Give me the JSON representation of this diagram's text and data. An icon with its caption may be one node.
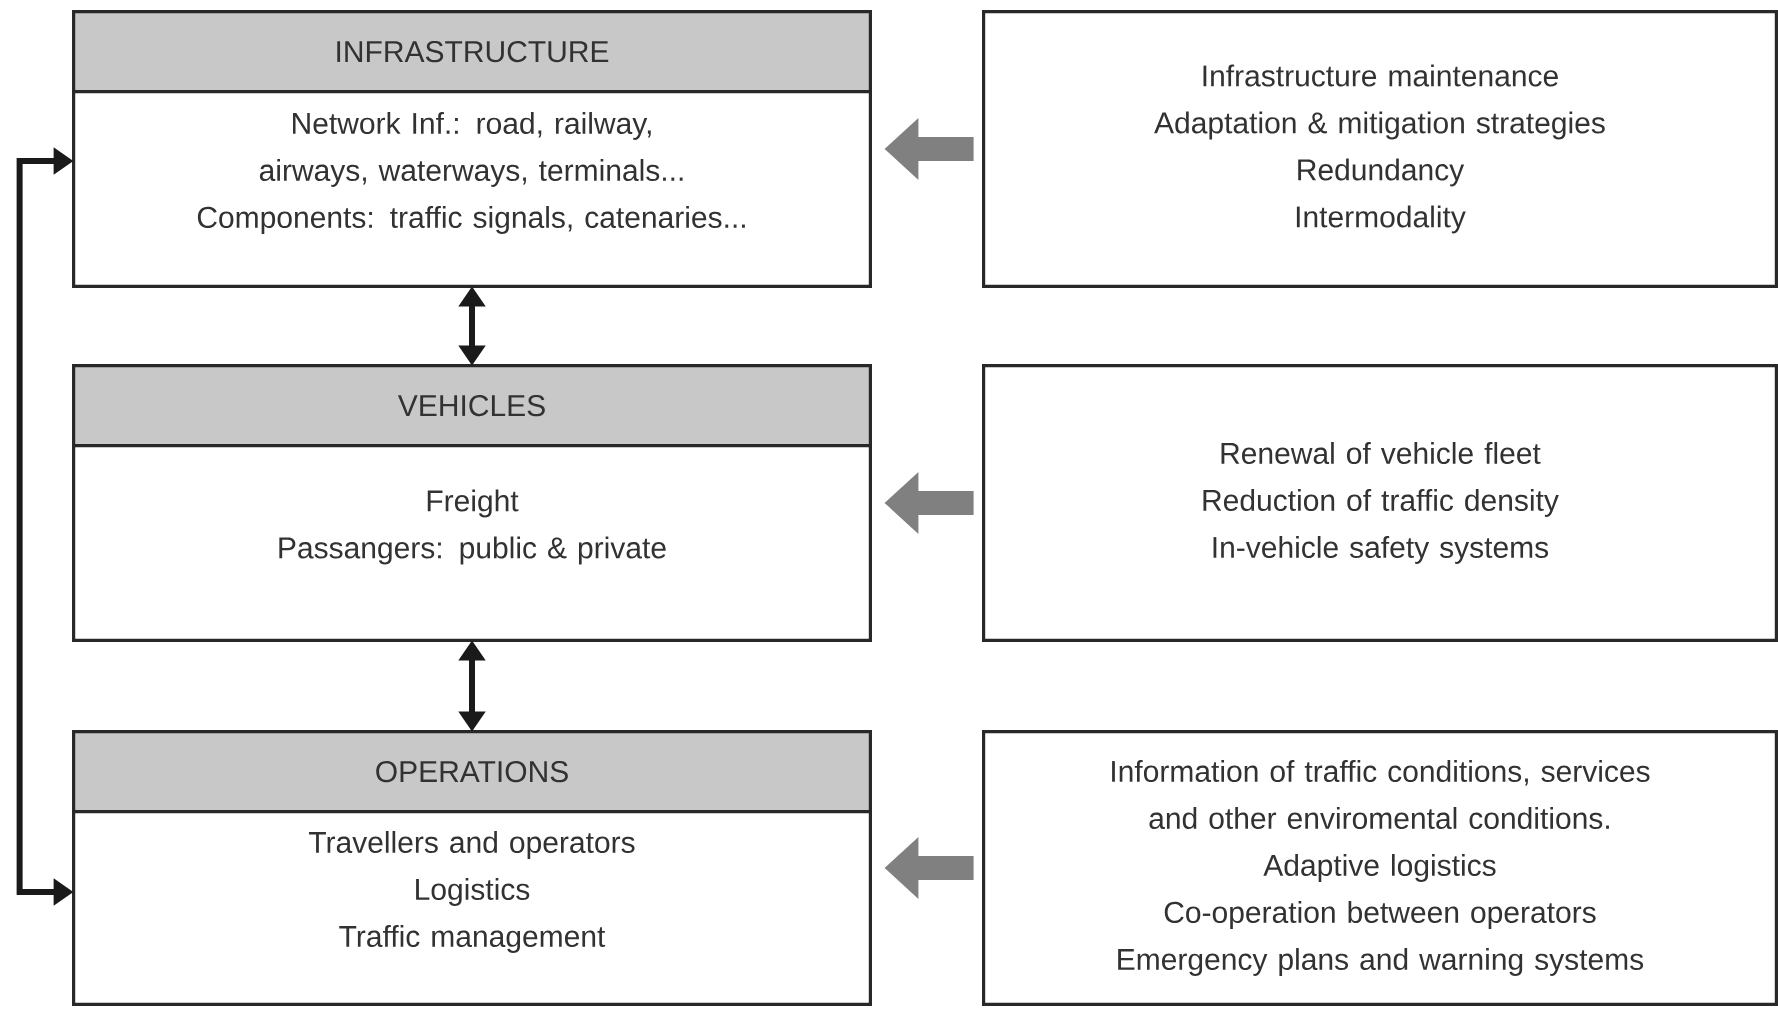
{
  "diagram": {
    "nodes": [
      {
        "text": [
          "INFRASTRUCTURE",
          "Network Inf.: road, railway, airways, waterways, terminals...",
          "Components:  traffic signals, catenaries..."
        ]
      },
      {
        "text": [
          "VEHICLES",
          "Freight",
          "Passangers: public & private"
        ]
      },
      {
        "text": [
          "OPERATIONS",
          "Travellers and operators",
          "Logistics",
          "Traffic management"
        ]
      },
      {
        "text": [
          "Infrastructure maintenance",
          "Adaptation & mitigation strategies",
          "Redundancy",
          "Intermodality"
        ]
      },
      {
        "text": [
          "Renewal of vehicle fleet",
          "Reduction of traffic density",
          "In-vehicle safety systems"
        ]
      },
      {
        "text": [
          "Information of traffic conditions, services and other enviromental conditions.",
          "Adaptive logistics",
          "Co-operation between operators",
          "Emergency plans and warning systems"
        ]
      }
    ],
    "edges": [
      {
        "from": 0,
        "to": 1,
        "arrow": "both"
      },
      {
        "from": 1,
        "to": 2,
        "arrow": "both"
      },
      {
        "from": 0,
        "to": 2,
        "arrow": "both"
      },
      {
        "from": 3,
        "to": 0,
        "arrow": "to",
        "style": "thick",
        "color": "#808080"
      },
      {
        "from": 4,
        "to": 1,
        "arrow": "to",
        "style": "thick",
        "color": "#808080"
      },
      {
        "from": 5,
        "to": 2,
        "arrow": "to",
        "style": "thick",
        "color": "#808080"
      }
    ]
  }
}
